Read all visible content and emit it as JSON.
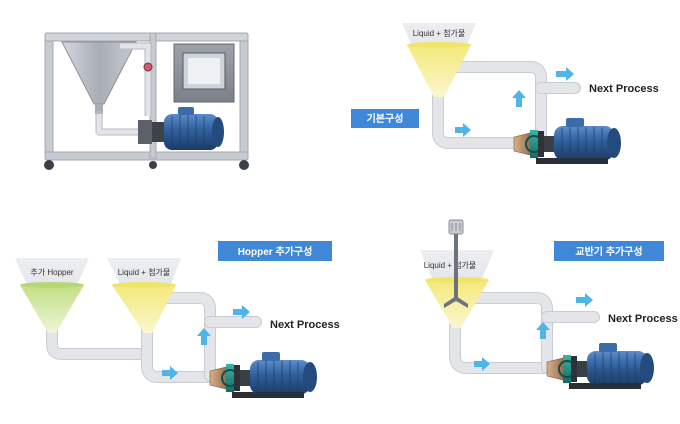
{
  "panels": {
    "basic": {
      "badge": "기본구성",
      "hopper_label": "Liquid + 첨가물",
      "next_label": "Next Process"
    },
    "hopper": {
      "badge": "Hopper 추가구성",
      "extra_hopper_label": "추가 Hopper",
      "hopper_label": "Liquid + 첨가물",
      "next_label": "Next Process"
    },
    "agitator": {
      "badge": "교반기 추가구성",
      "hopper_label": "Liquid + 첨가물",
      "next_label": "Next Process"
    }
  },
  "colors": {
    "badge_bg": "#3f88d8",
    "badge_text": "#ffffff",
    "liquid_yellow": "#f7ee9c",
    "liquid_green": "#cfe79b",
    "motor_blue": "#2f5f9b",
    "pump_teal": "#1f8f86",
    "arrow": "#4fb4e8",
    "pipe": "#e4e5e8"
  },
  "icons": [
    "flow-arrow-icon",
    "motor-icon",
    "pump-icon",
    "hopper-icon",
    "agitator-icon"
  ]
}
